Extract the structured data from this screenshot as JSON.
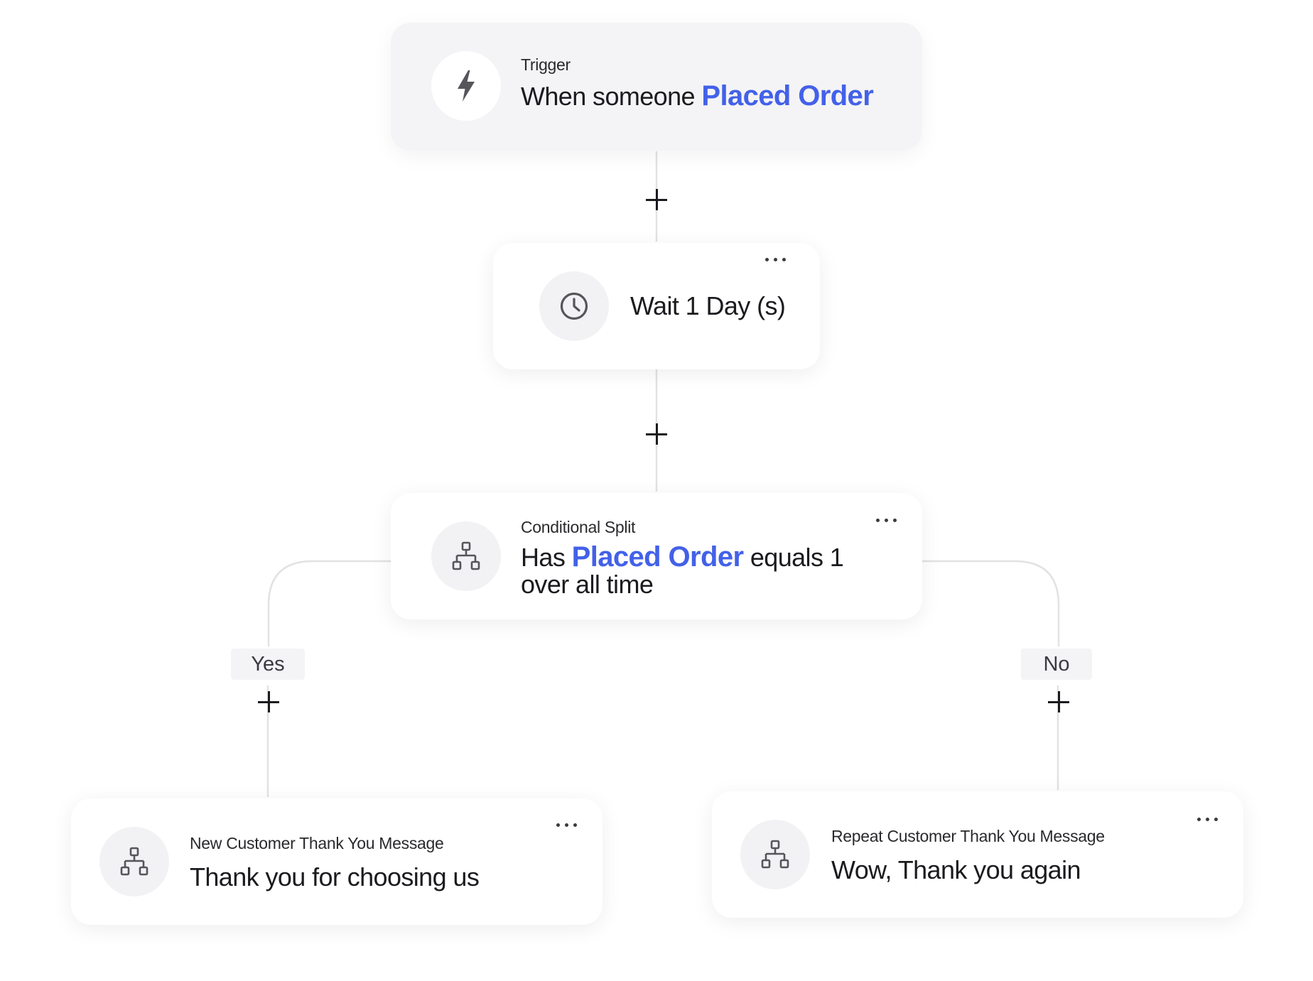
{
  "trigger": {
    "caption": "Trigger",
    "headline_prefix": "When someone",
    "headline_accent": "Placed Order",
    "icon": "lightning-bolt-icon"
  },
  "wait": {
    "headline": "Wait 1 Day (s)",
    "icon": "clock-icon"
  },
  "split": {
    "caption": "Conditional Split",
    "headline_prefix": "Has",
    "headline_accent": "Placed Order",
    "headline_suffix": "equals 1",
    "headline_line2": "over all time",
    "icon": "split-hierarchy-icon"
  },
  "branches": {
    "yes_label": "Yes",
    "no_label": "No"
  },
  "yes_message": {
    "caption": "New Customer Thank You Message",
    "headline": "Thank you for choosing us",
    "icon": "split-hierarchy-icon"
  },
  "no_message": {
    "caption": "Repeat Customer Thank You Message",
    "headline": "Wow, Thank you again",
    "icon": "split-hierarchy-icon"
  },
  "colors": {
    "accent": "#4361e8",
    "connector": "#e2e2e4",
    "trigger_card": "#f4f4f6",
    "icon_circle": "#f2f2f4",
    "icon_stroke": "#55555a"
  }
}
